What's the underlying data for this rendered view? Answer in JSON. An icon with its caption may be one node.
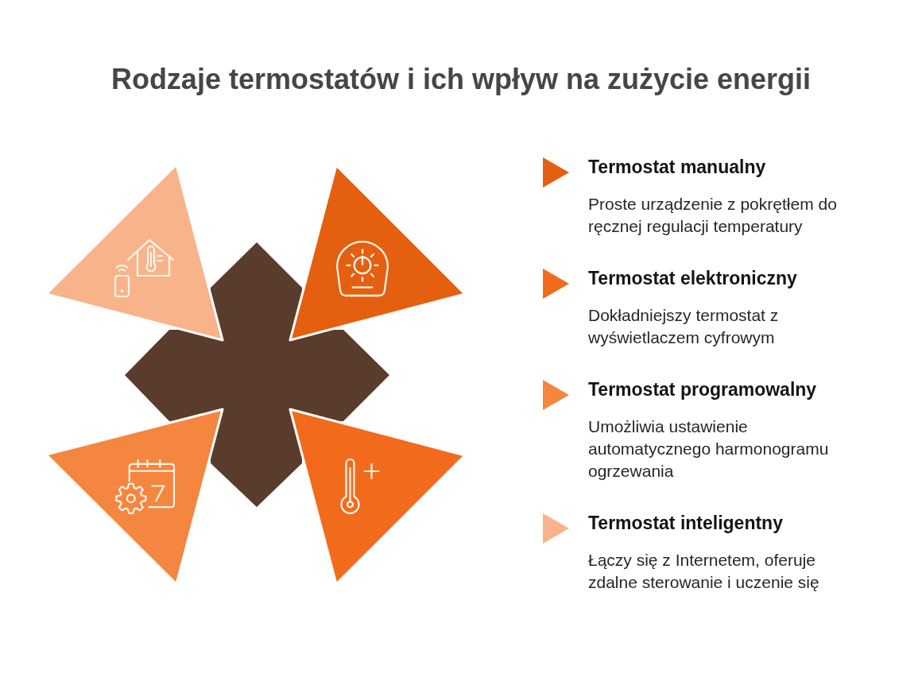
{
  "diagram": {
    "title": "Rodzaje termostatów i ich wpływ na zużycie energii",
    "legend": [
      {
        "text": "Termostat manualny",
        "color": "#e55f10"
      },
      {
        "text": "Termostat elektroniczny",
        "color": "#f26b1d"
      },
      {
        "text": "Termostat programowalny",
        "color": "#f5863f"
      },
      {
        "text": "Termostat inteligentny",
        "color": "#f9b38a"
      }
    ],
    "labels": [
      "Proste urządzenie z pokrętłem do ręcznej regulacji temperatury",
      "Dokładniejszy termostat z wyświetlaczem cyfrowym",
      "Umożliwia ustawienie automatycznego harmonogramu ogrzewania",
      "Łączy się z Internetem, oferuje zdalne sterowanie i uczenie się"
    ]
  }
}
